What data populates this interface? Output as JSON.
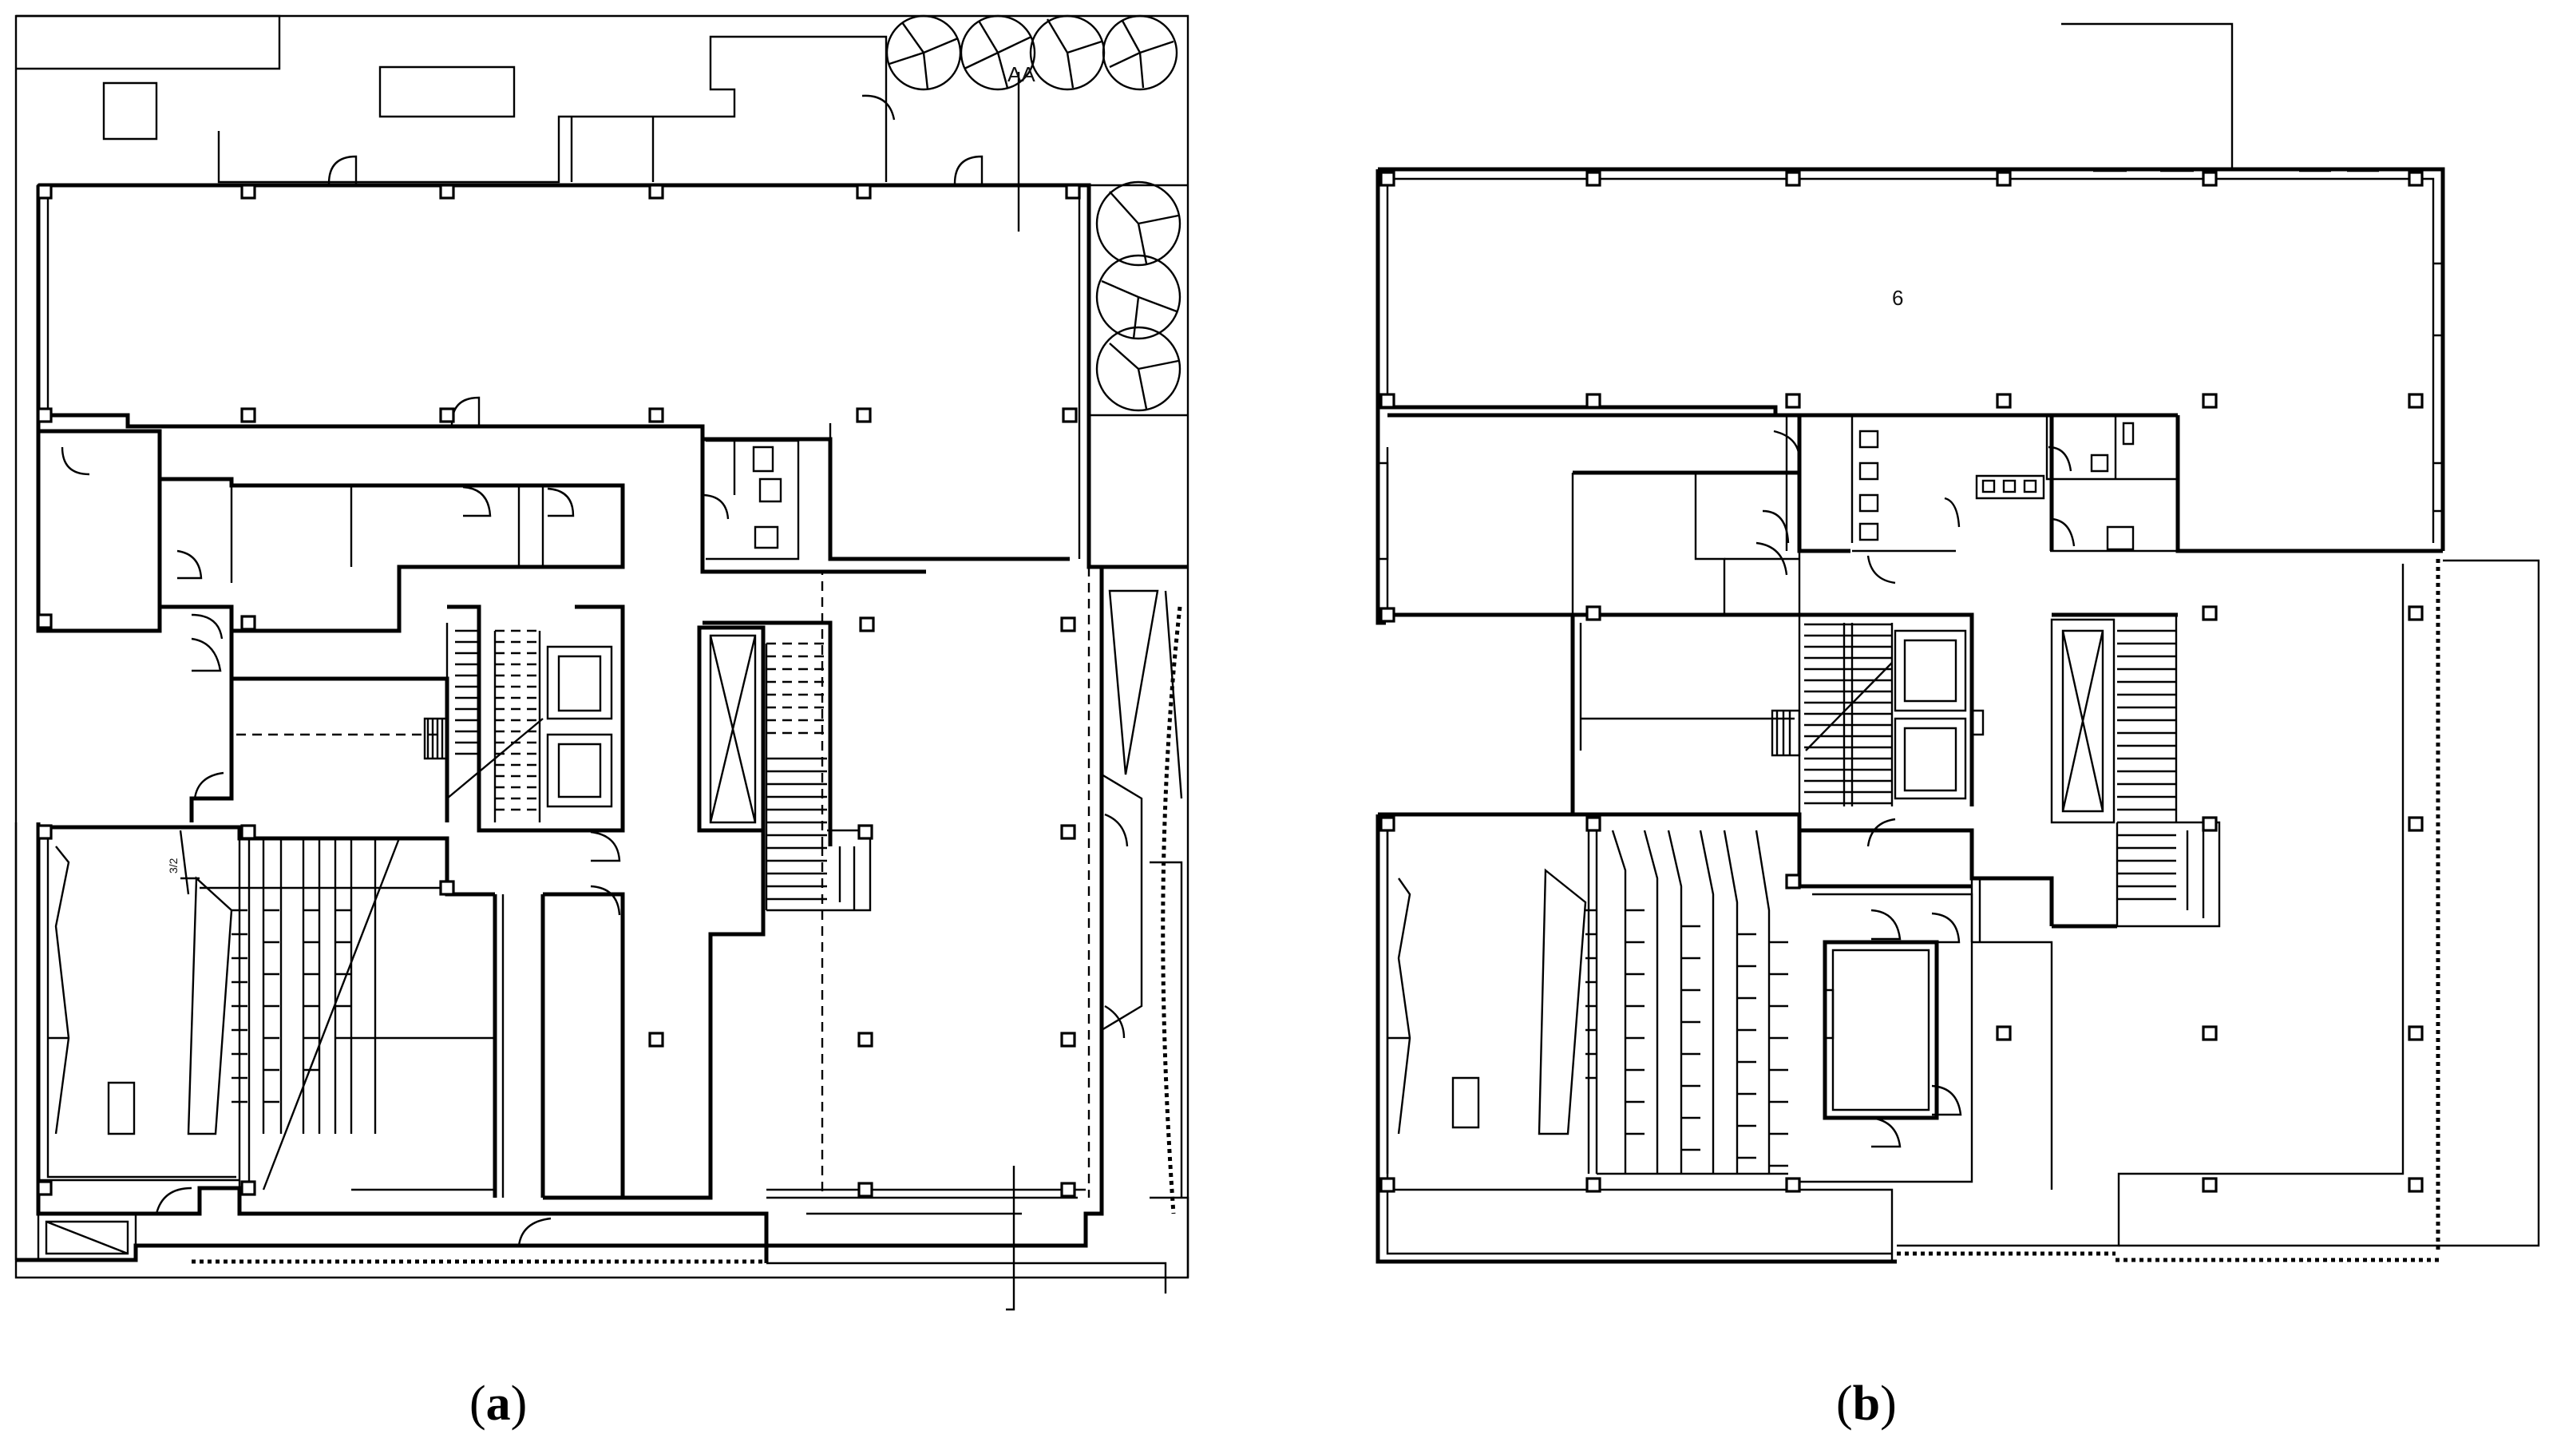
{
  "plans": [
    {
      "caption_open": "(",
      "caption_letter": "a",
      "caption_close": ")",
      "annotation_text": "AA",
      "dimension_text": "3/2"
    },
    {
      "caption_open": "(",
      "caption_letter": "b",
      "caption_close": ")",
      "room_number": "6"
    }
  ]
}
